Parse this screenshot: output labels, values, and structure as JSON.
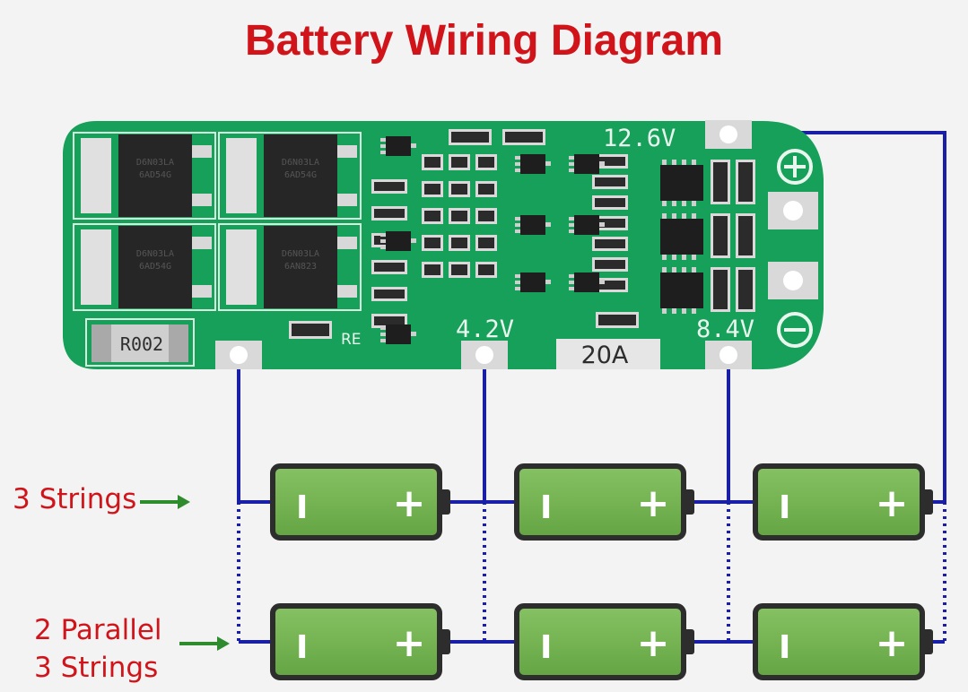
{
  "title": "Battery Wiring Diagram",
  "colors": {
    "title": "#d0141a",
    "label": "#d0141a",
    "arrow": "#2e8b2e",
    "wire": "#1a1fa8",
    "board": "#16a05a",
    "board_dark": "#0d7c43",
    "battery_body": "#74b552",
    "battery_outline": "#2d2d2d"
  },
  "board": {
    "terminal_labels": [
      "12.6V",
      "4.2V",
      "8.4V"
    ],
    "current_rating": "20A",
    "sense_resistor": "R002",
    "re_label": "RE",
    "mosfet_markings": [
      [
        "D6N03LA",
        "6AD54G"
      ],
      [
        "D6N03LA",
        "6AD54G"
      ],
      [
        "D6N03LA",
        "6AD54G"
      ],
      [
        "D6N03LA",
        "6AN823"
      ]
    ],
    "plus_icon": "plus-circle-icon",
    "minus_icon": "minus-circle-icon"
  },
  "labels": {
    "strings": "3 Strings",
    "parallel_line1": "2 Parallel",
    "parallel_line2": "3 Strings"
  },
  "battery_icons": {
    "negative": "I",
    "positive": "+"
  }
}
